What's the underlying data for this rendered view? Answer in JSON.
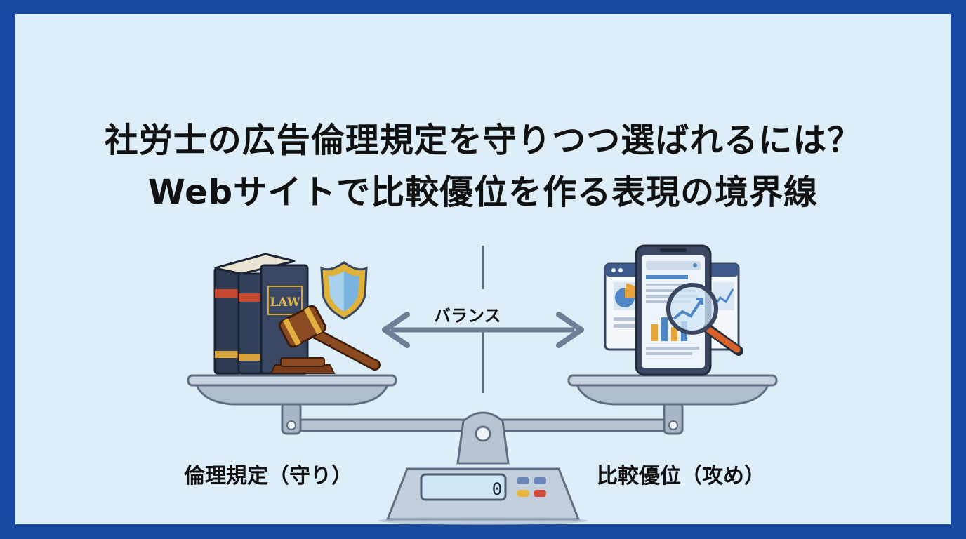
{
  "title": {
    "line1": "社労士の広告倫理規定を守りつつ選ばれるには？",
    "line2": "Webサイトで比較優位を作る表現の境界線"
  },
  "diagram": {
    "arrow_label": "バランス",
    "left_label": "倫理規定（守り）",
    "right_label": "比較優位（攻め）",
    "book_spine_text": "LAW",
    "scale_display": "0"
  },
  "colors": {
    "frame": "#1a4aa0",
    "background": "#ddeef9",
    "book": "#2f3b52",
    "gavel": "#8a4a22",
    "shield": "#e0b23a",
    "scale": "#b8c4d2"
  },
  "icons": [
    "law-books-icon",
    "gavel-icon",
    "shield-icon",
    "smartphone-icon",
    "browser-window-icon",
    "magnifier-icon",
    "double-arrow-icon",
    "balance-scale-icon"
  ]
}
